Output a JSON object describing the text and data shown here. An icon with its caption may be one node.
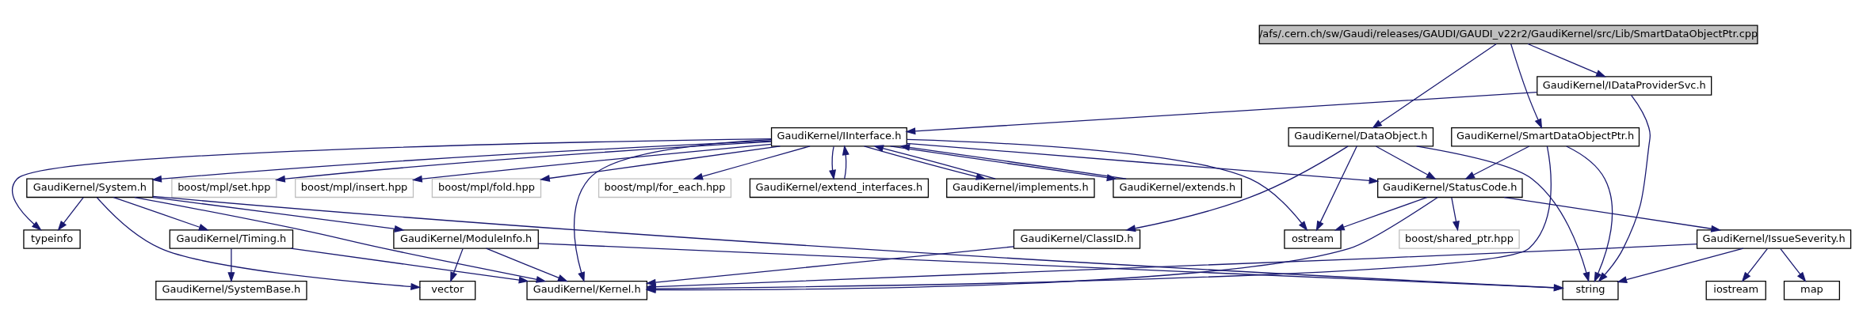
{
  "diagram": {
    "nodes": [
      {
        "text": [
          "/afs/.cern.ch/sw/Gaudi/releases/GAUDI/GAUDI_v22r2/GaudiKernel/src/Lib/SmartDataObjectPtr.cpp"
        ]
      },
      {
        "text": [
          "GaudiKernel/IDataProviderSvc.h"
        ]
      },
      {
        "text": [
          "GaudiKernel/IInterface.h"
        ]
      },
      {
        "text": [
          "GaudiKernel/SmartDataObjectPtr.h"
        ]
      },
      {
        "text": [
          "GaudiKernel/DataObject.h"
        ]
      },
      {
        "text": [
          "GaudiKernel/StatusCode.h"
        ]
      },
      {
        "text": [
          "boost/mpl/for_each.hpp"
        ]
      },
      {
        "text": [
          "GaudiKernel/extend_interfaces.h"
        ]
      },
      {
        "text": [
          "GaudiKernel/implements.h"
        ]
      },
      {
        "text": [
          "GaudiKernel/extends.h"
        ]
      },
      {
        "text": [
          "boost/mpl/set.hpp"
        ]
      },
      {
        "text": [
          "boost/mpl/insert.hpp"
        ]
      },
      {
        "text": [
          "boost/mpl/fold.hpp"
        ]
      },
      {
        "text": [
          "GaudiKernel/System.h"
        ]
      },
      {
        "text": [
          "GaudiKernel/IssueSeverity.h"
        ]
      },
      {
        "text": [
          "boost/shared_ptr.hpp"
        ]
      },
      {
        "text": [
          "ostream"
        ]
      },
      {
        "text": [
          "GaudiKernel/ClassID.h"
        ]
      },
      {
        "text": [
          "GaudiKernel/ModuleInfo.h"
        ]
      },
      {
        "text": [
          "GaudiKernel/Timing.h"
        ]
      },
      {
        "text": [
          "typeinfo"
        ]
      },
      {
        "text": [
          "string"
        ]
      },
      {
        "text": [
          "iostream"
        ]
      },
      {
        "text": [
          "map"
        ]
      },
      {
        "text": [
          "GaudiKernel/Kernel.h"
        ]
      },
      {
        "text": [
          "GaudiKernel/SystemBase.h"
        ]
      },
      {
        "text": [
          "vector"
        ]
      }
    ],
    "edges": [
      {
        "from": 0,
        "to": 1,
        "arrow": "to"
      },
      {
        "from": 0,
        "to": 3,
        "arrow": "to"
      },
      {
        "from": 0,
        "to": 4,
        "arrow": "to"
      },
      {
        "from": 1,
        "to": 21,
        "arrow": "to"
      },
      {
        "from": 1,
        "to": 2,
        "arrow": "to"
      },
      {
        "from": 3,
        "to": 21,
        "arrow": "to"
      },
      {
        "from": 3,
        "to": 5,
        "arrow": "to"
      },
      {
        "from": 3,
        "to": 24,
        "arrow": "to"
      },
      {
        "from": 4,
        "to": 21,
        "arrow": "to"
      },
      {
        "from": 4,
        "to": 5,
        "arrow": "to"
      },
      {
        "from": 4,
        "to": 16,
        "arrow": "to"
      },
      {
        "from": 4,
        "to": 17,
        "arrow": "to"
      },
      {
        "from": 2,
        "to": 5,
        "arrow": "to"
      },
      {
        "from": 2,
        "to": 16,
        "arrow": "to"
      },
      {
        "from": 2,
        "to": 6,
        "arrow": "to"
      },
      {
        "from": 2,
        "to": 7,
        "arrow": "to"
      },
      {
        "from": 2,
        "to": 8,
        "arrow": "to"
      },
      {
        "from": 2,
        "to": 9,
        "arrow": "to"
      },
      {
        "from": 2,
        "to": 10,
        "arrow": "to"
      },
      {
        "from": 2,
        "to": 11,
        "arrow": "to"
      },
      {
        "from": 2,
        "to": 12,
        "arrow": "to"
      },
      {
        "from": 2,
        "to": 13,
        "arrow": "to"
      },
      {
        "from": 2,
        "to": 20,
        "arrow": "to"
      },
      {
        "from": 2,
        "to": 24,
        "arrow": "to"
      },
      {
        "from": 7,
        "to": 2,
        "arrow": "to"
      },
      {
        "from": 8,
        "to": 2,
        "arrow": "to"
      },
      {
        "from": 9,
        "to": 2,
        "arrow": "to"
      },
      {
        "from": 5,
        "to": 14,
        "arrow": "to"
      },
      {
        "from": 5,
        "to": 15,
        "arrow": "to"
      },
      {
        "from": 5,
        "to": 16,
        "arrow": "to"
      },
      {
        "from": 5,
        "to": 24,
        "arrow": "to"
      },
      {
        "from": 14,
        "to": 21,
        "arrow": "to"
      },
      {
        "from": 14,
        "to": 22,
        "arrow": "to"
      },
      {
        "from": 14,
        "to": 23,
        "arrow": "to"
      },
      {
        "from": 14,
        "to": 24,
        "arrow": "to"
      },
      {
        "from": 17,
        "to": 24,
        "arrow": "to"
      },
      {
        "from": 13,
        "to": 21,
        "arrow": "to"
      },
      {
        "from": 13,
        "to": 18,
        "arrow": "to"
      },
      {
        "from": 13,
        "to": 19,
        "arrow": "to"
      },
      {
        "from": 13,
        "to": 26,
        "arrow": "to"
      },
      {
        "from": 13,
        "to": 20,
        "arrow": "to"
      },
      {
        "from": 13,
        "to": 24,
        "arrow": "to"
      },
      {
        "from": 18,
        "to": 21,
        "arrow": "to"
      },
      {
        "from": 18,
        "to": 24,
        "arrow": "to"
      },
      {
        "from": 18,
        "to": 26,
        "arrow": "to"
      },
      {
        "from": 19,
        "to": 25,
        "arrow": "to"
      },
      {
        "from": 19,
        "to": 24,
        "arrow": "to"
      }
    ]
  }
}
